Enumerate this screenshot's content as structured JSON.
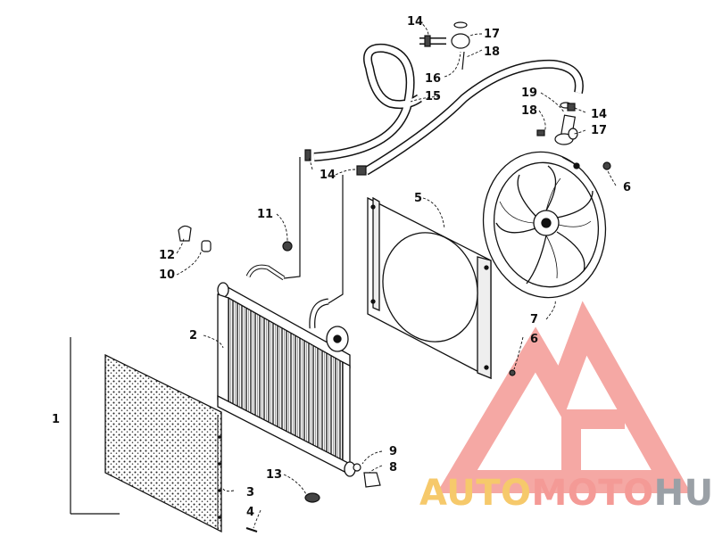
{
  "callouts": [
    {
      "id": "c1",
      "label": "1"
    },
    {
      "id": "c2",
      "label": "2"
    },
    {
      "id": "c3",
      "label": "3"
    },
    {
      "id": "c4",
      "label": "4"
    },
    {
      "id": "c5",
      "label": "5"
    },
    {
      "id": "c6a",
      "label": "6"
    },
    {
      "id": "c6b",
      "label": "6"
    },
    {
      "id": "c7",
      "label": "7"
    },
    {
      "id": "c8",
      "label": "8"
    },
    {
      "id": "c9",
      "label": "9"
    },
    {
      "id": "c10",
      "label": "10"
    },
    {
      "id": "c11",
      "label": "11"
    },
    {
      "id": "c12",
      "label": "12"
    },
    {
      "id": "c13",
      "label": "13"
    },
    {
      "id": "c14a",
      "label": "14"
    },
    {
      "id": "c14b",
      "label": "14"
    },
    {
      "id": "c14c",
      "label": "14"
    },
    {
      "id": "c15",
      "label": "15"
    },
    {
      "id": "c16",
      "label": "16"
    },
    {
      "id": "c17a",
      "label": "17"
    },
    {
      "id": "c17b",
      "label": "17"
    },
    {
      "id": "c18a",
      "label": "18"
    },
    {
      "id": "c18b",
      "label": "18"
    },
    {
      "id": "c19",
      "label": "19"
    }
  ],
  "watermark": {
    "part1": "AUTO",
    "part2": "MOTO",
    "part3": "HUB",
    "colors": {
      "auto": "#f6c96b",
      "moto": "#f49a96",
      "hub": "#9aa0a6",
      "logo": "#f28b86"
    }
  }
}
